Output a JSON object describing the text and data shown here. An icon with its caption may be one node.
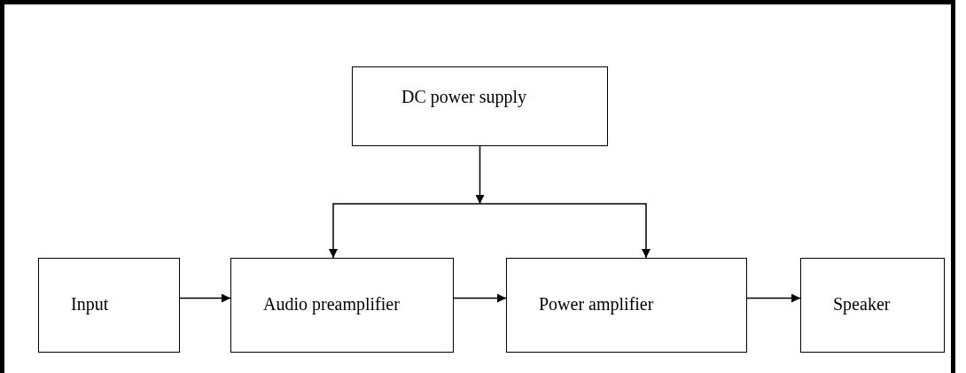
{
  "diagram": {
    "nodes": [
      {
        "text": [
          "DC power supply"
        ]
      },
      {
        "text": [
          "Input"
        ]
      },
      {
        "text": [
          "Audio preamplifier"
        ]
      },
      {
        "text": [
          "Power amplifier"
        ]
      },
      {
        "text": [
          "Speaker"
        ]
      }
    ],
    "edges": [
      {
        "from": 0,
        "to": 2,
        "arrow": "to"
      },
      {
        "from": 0,
        "to": 3,
        "arrow": "to"
      },
      {
        "from": 1,
        "to": 2,
        "arrow": "to"
      },
      {
        "from": 2,
        "to": 3,
        "arrow": "to"
      },
      {
        "from": 3,
        "to": 4,
        "arrow": "to"
      }
    ]
  }
}
